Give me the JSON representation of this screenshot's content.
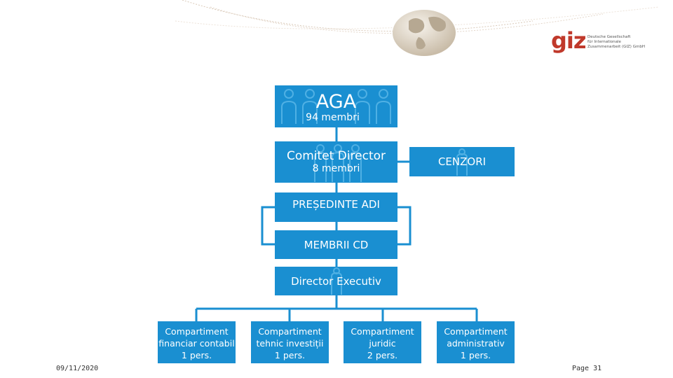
{
  "header": {
    "logo": {
      "wordmark": "giz",
      "lines": [
        "Deutsche Gesellschaft",
        "für Internationale",
        "Zusammenarbeit (GIZ) GmbH"
      ]
    }
  },
  "org_chart": {
    "aga": {
      "title": "AGA",
      "subtitle": "94 membri"
    },
    "comitet": {
      "title": "Comitet Director",
      "subtitle": "8 membri"
    },
    "cenzori": {
      "title": "CENZORI"
    },
    "presedinte": {
      "title": "PREȘEDINTE ADI"
    },
    "membrii": {
      "title": "MEMBRII CD"
    },
    "director": {
      "title": "Director Executiv"
    },
    "departments": [
      {
        "name": "Compartiment",
        "sub": "financiar contabil",
        "staff": "1 pers."
      },
      {
        "name": "Compartiment",
        "sub": "tehnic investiții",
        "staff": "1 pers."
      },
      {
        "name": "Compartiment",
        "sub": "juridic",
        "staff": "2 pers."
      },
      {
        "name": "Compartiment",
        "sub": "administrativ",
        "staff": "1 pers."
      }
    ]
  },
  "footer": {
    "date": "09/11/2020",
    "page": "Page 31"
  },
  "colors": {
    "box": "#1a8fd1",
    "line": "#1a8fd1",
    "logo": "#c0392b"
  }
}
